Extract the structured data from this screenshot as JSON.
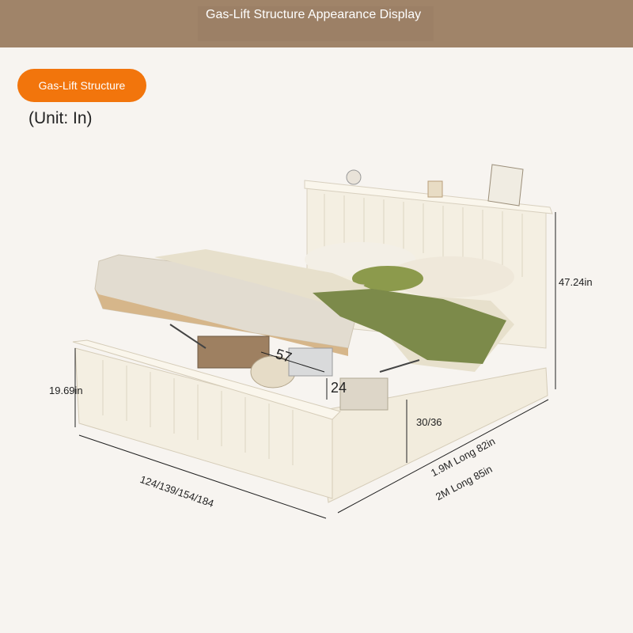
{
  "header": {
    "title": "Gas-Lift Structure Appearance Display"
  },
  "badge": {
    "label": "Gas-Lift Structure"
  },
  "unit_label": "(Unit: In)",
  "dimensions": {
    "headboard_height": "47.24in",
    "footboard_height": "19.69in",
    "width_options": "124/139/154/184",
    "length_1": "1.9M Long 82in",
    "length_2": "2M Long 85in",
    "side_height": "30/36",
    "storage_width": "57",
    "storage_depth": "24"
  },
  "colors": {
    "header_bg": "#a08469",
    "accent": "#f2750c",
    "bed_frame": "#f4efe2",
    "blanket": "#7c8a4a"
  }
}
